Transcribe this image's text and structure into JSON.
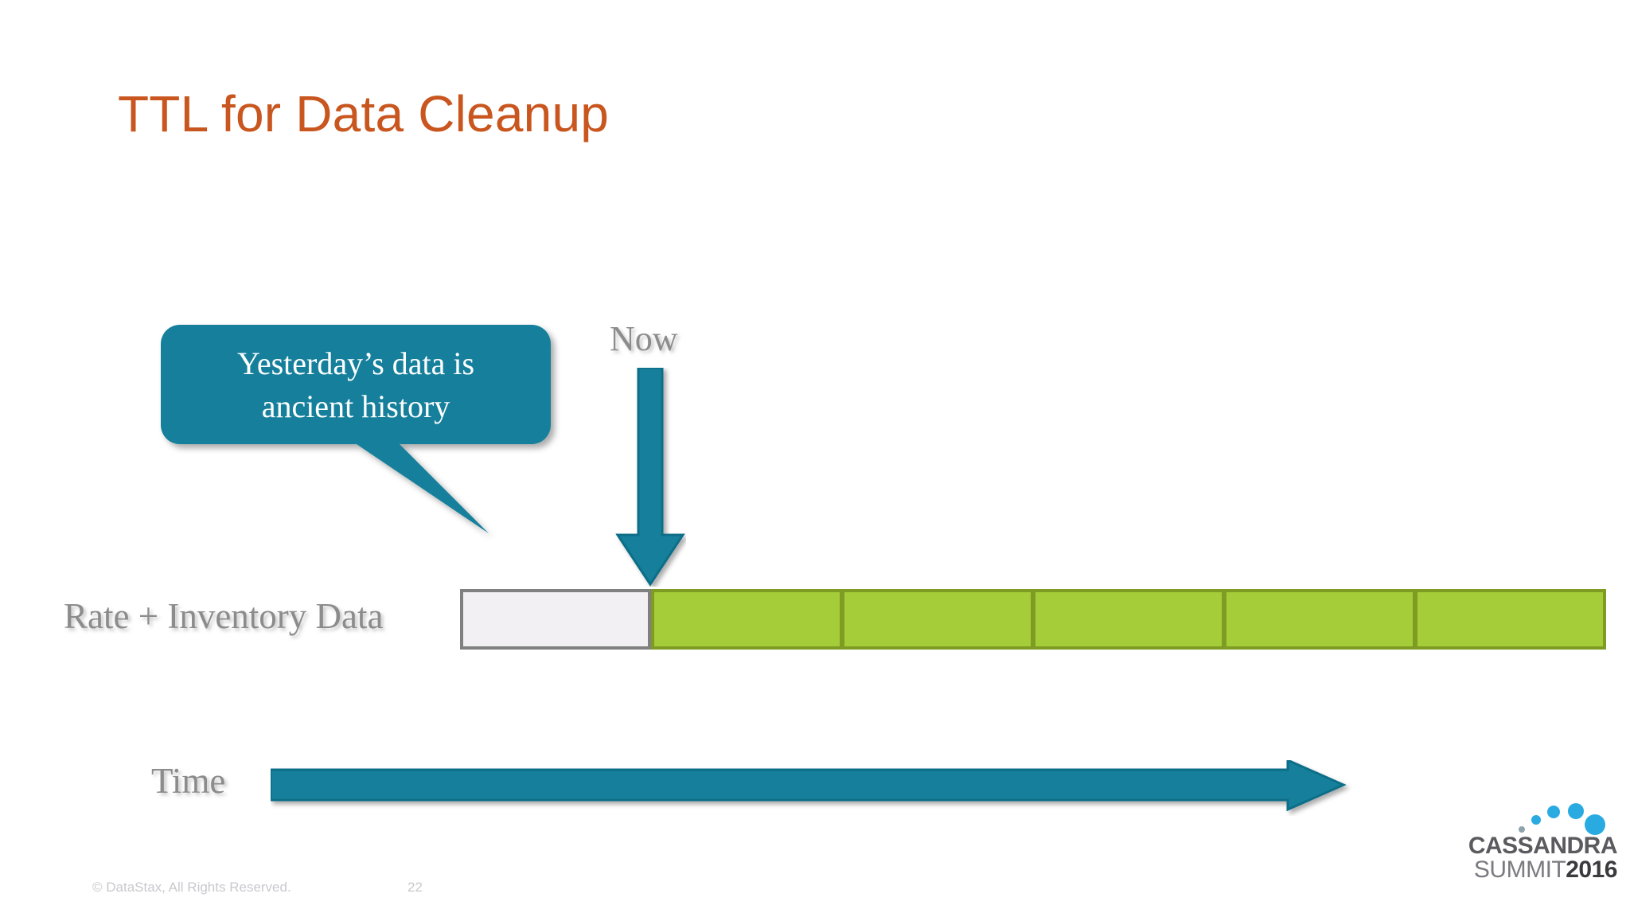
{
  "slide": {
    "title": "TTL for Data Cleanup",
    "number": "22",
    "copyright": "© DataStax, All Rights Reserved."
  },
  "callout": {
    "line1": "Yesterday’s data is",
    "line2": "ancient history",
    "fill_color": "#12809C",
    "text_color": "#FFFFFF"
  },
  "now_marker": {
    "label": "Now",
    "arrow_color": "#12809C",
    "label_color": "#8C8C8C"
  },
  "timeline": {
    "row_label": "Rate + Inventory Data",
    "axis_label": "Time",
    "axis_arrow_color": "#12809C",
    "segments": [
      {
        "state": "expired",
        "fill": "#F2F0F2",
        "border": "#808080"
      },
      {
        "state": "live",
        "fill": "#A5CD39",
        "border": "#7E9B23"
      },
      {
        "state": "live",
        "fill": "#A5CD39",
        "border": "#7E9B23"
      },
      {
        "state": "live",
        "fill": "#A5CD39",
        "border": "#7E9B23"
      },
      {
        "state": "live",
        "fill": "#A5CD39",
        "border": "#7E9B23"
      },
      {
        "state": "live",
        "fill": "#A5CD39",
        "border": "#7E9B23"
      }
    ]
  },
  "logo": {
    "line1": "CASSANDRA",
    "line2_prefix": "SUMMIT",
    "line2_year": "2016",
    "dot_color": "#29ABE2"
  },
  "theme": {
    "title_color": "#C8561E",
    "accent_teal": "#12809C",
    "accent_green": "#A5CD39",
    "muted_gray": "#8C8C8C"
  }
}
